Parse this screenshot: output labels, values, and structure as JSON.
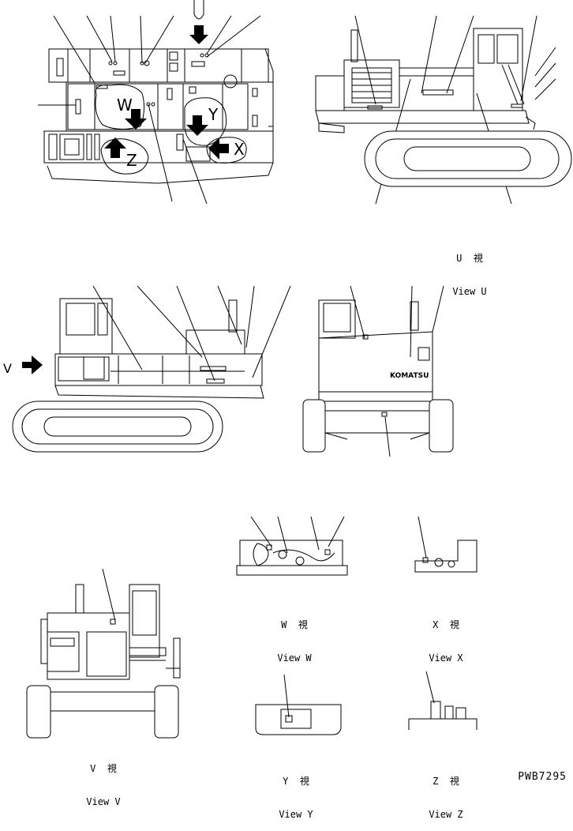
{
  "views": {
    "u": {
      "jp": "U  視",
      "en": "View U"
    },
    "v": {
      "jp": "V  視",
      "en": "View V"
    },
    "w": {
      "jp": "W  視",
      "en": "View W"
    },
    "x": {
      "jp": "X  視",
      "en": "View X"
    },
    "y": {
      "jp": "Y  視",
      "en": "View Y"
    },
    "z": {
      "jp": "Z  視",
      "en": "View Z"
    }
  },
  "markers": {
    "w": "W",
    "x": "X",
    "y": "Y",
    "z": "Z",
    "v": "V"
  },
  "brand": "KOMATSU",
  "drawing_code": "PWB7295"
}
